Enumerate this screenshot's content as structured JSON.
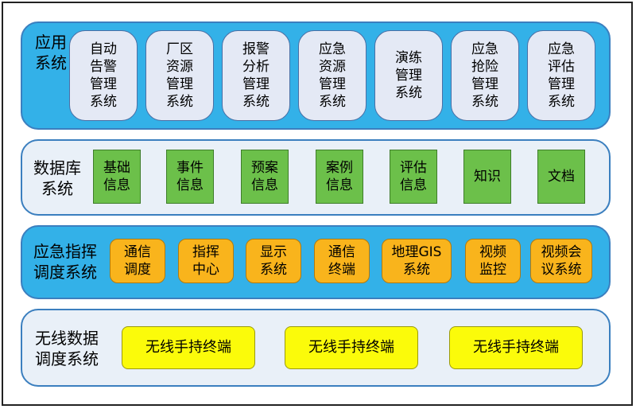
{
  "layers": {
    "app": {
      "title": "应用\n系统",
      "items": [
        "自动\n告警\n管理\n系统",
        "厂区\n资源\n管理\n系统",
        "报警\n分析\n管理\n系统",
        "应急\n资源\n管理\n系统",
        "演练\n管理\n系统",
        "应急\n抢险\n管理\n系统",
        "应急\n评估\n管理\n系统"
      ]
    },
    "database": {
      "title": "数据库\n系统",
      "items": [
        "基础\n信息",
        "事件\n信息",
        "预案\n信息",
        "案例\n信息",
        "评估\n信息",
        "知识",
        "文档"
      ]
    },
    "command": {
      "title": "应急指挥\n调度系统",
      "items": [
        "通信\n调度",
        "指挥\n中心",
        "显示\n系统",
        "通信\n终端",
        "地理GIS\n系统",
        "视频\n监控",
        "视频会\n议系统"
      ]
    },
    "wireless": {
      "title": "无线数据\n调度系统",
      "items": [
        "无线手持终端",
        "无线手持终端",
        "无线手持终端"
      ]
    }
  },
  "colors": {
    "blue_band": "#33b1e8",
    "light_band": "#e9f0f8",
    "app_box": "#e4e9f5",
    "db_box": "#6cc04a",
    "cmd_box": "#f9b41c",
    "terminal_box": "#fbfb0a"
  }
}
